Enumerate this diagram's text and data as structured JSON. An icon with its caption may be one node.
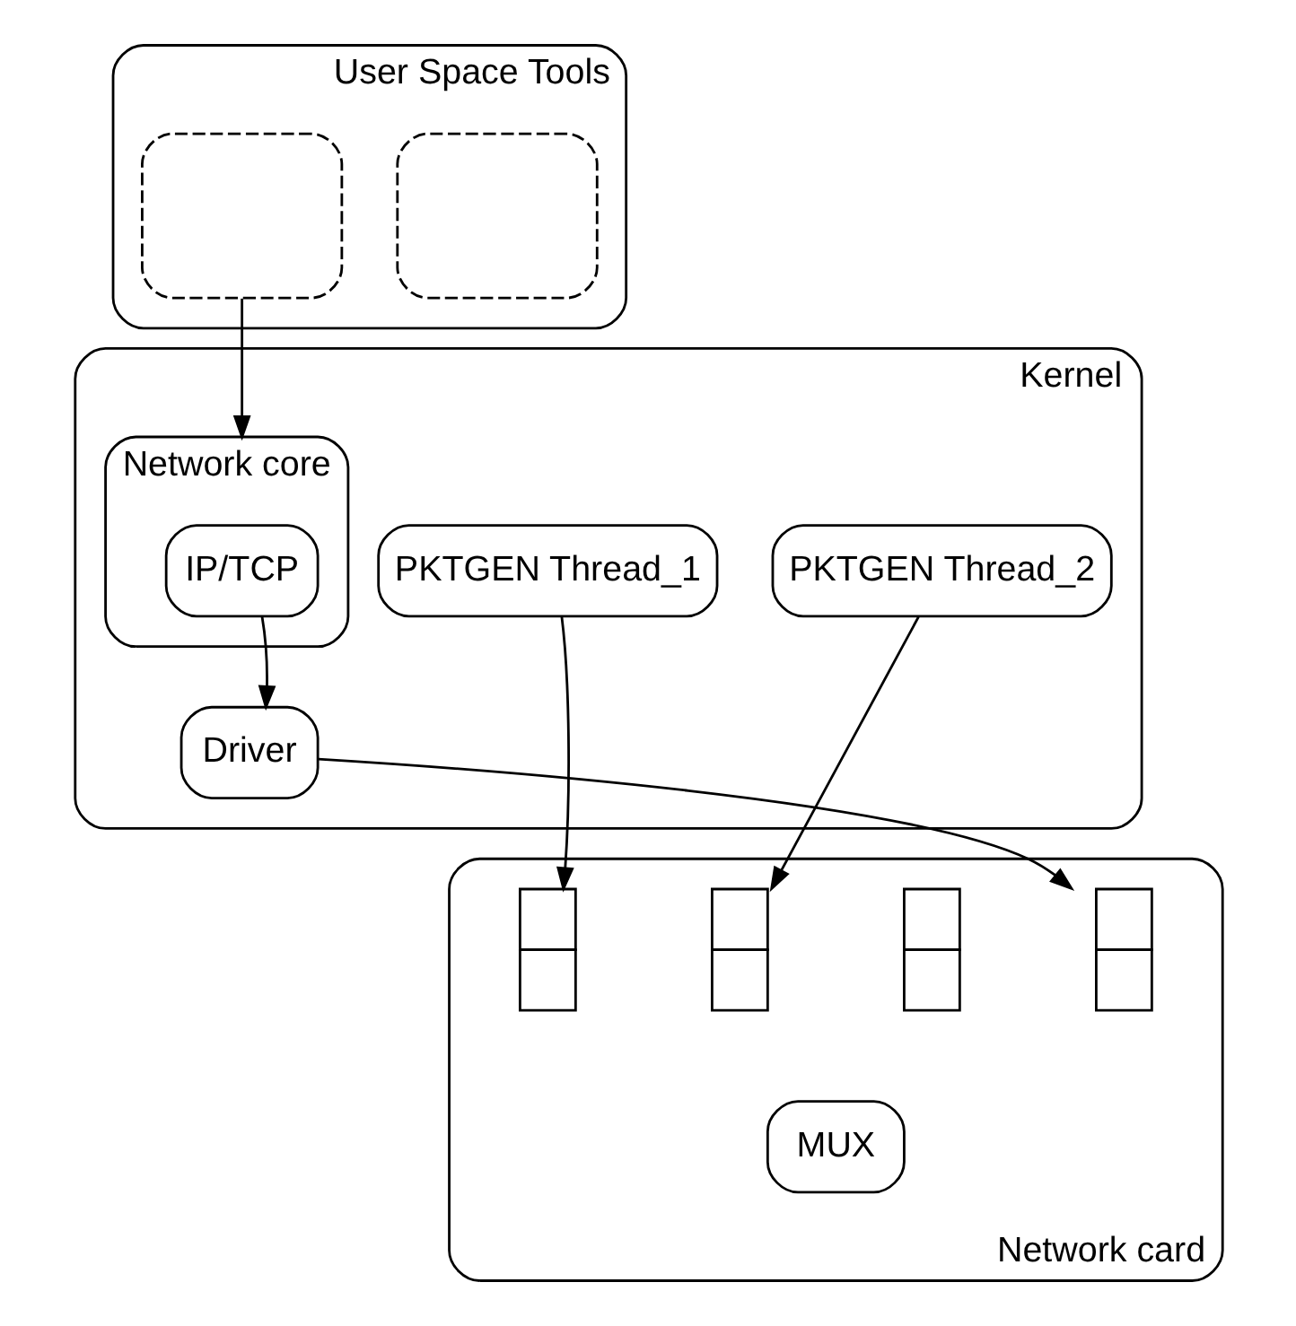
{
  "diagram": {
    "nodes": [
      {
        "text": [
          "User Space Tools"
        ]
      },
      {
        "text": [],
        "shape": "box",
        "in": 0
      },
      {
        "text": [],
        "shape": "box",
        "in": 0
      },
      {
        "text": [
          "Kernel"
        ]
      },
      {
        "text": [
          "PKTGEN Thread_1"
        ],
        "in": 3
      },
      {
        "text": [
          "PKTGEN Thread_2"
        ],
        "in": 3
      },
      {
        "text": [
          "Network core"
        ],
        "in": 3
      },
      {
        "text": [
          "IP/TCP"
        ],
        "in": 6
      },
      {
        "text": [
          "Driver"
        ],
        "in": 3
      },
      {
        "text": [
          "Network card"
        ]
      },
      {
        "text": [],
        "shape": "box",
        "in": 9
      },
      {
        "text": [],
        "shape": "box",
        "in": 9
      },
      {
        "text": [],
        "shape": "box",
        "in": 9
      },
      {
        "text": [],
        "shape": "box",
        "in": 9
      },
      {
        "text": [
          "MUX"
        ],
        "in": 9
      }
    ],
    "edges": [
      {
        "from": 1,
        "to": 6,
        "arrow": "to"
      },
      {
        "from": 4,
        "to": 10,
        "arrow": "to"
      },
      {
        "from": 5,
        "to": 11,
        "arrow": "to"
      },
      {
        "from": 7,
        "to": 8,
        "arrow": "to"
      },
      {
        "from": 8,
        "to": 13,
        "arrow": "to"
      }
    ]
  }
}
